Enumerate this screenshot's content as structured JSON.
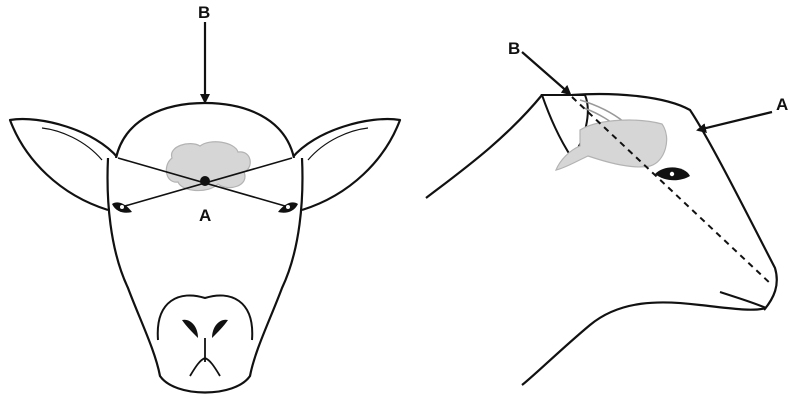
{
  "labels": {
    "front_b": "B",
    "front_a": "A",
    "side_b": "B",
    "side_a": "A"
  },
  "colors": {
    "outline": "#111111",
    "brain": "#d6d6d6",
    "brain_edge": "#b3b3b3",
    "background": "#ffffff"
  }
}
